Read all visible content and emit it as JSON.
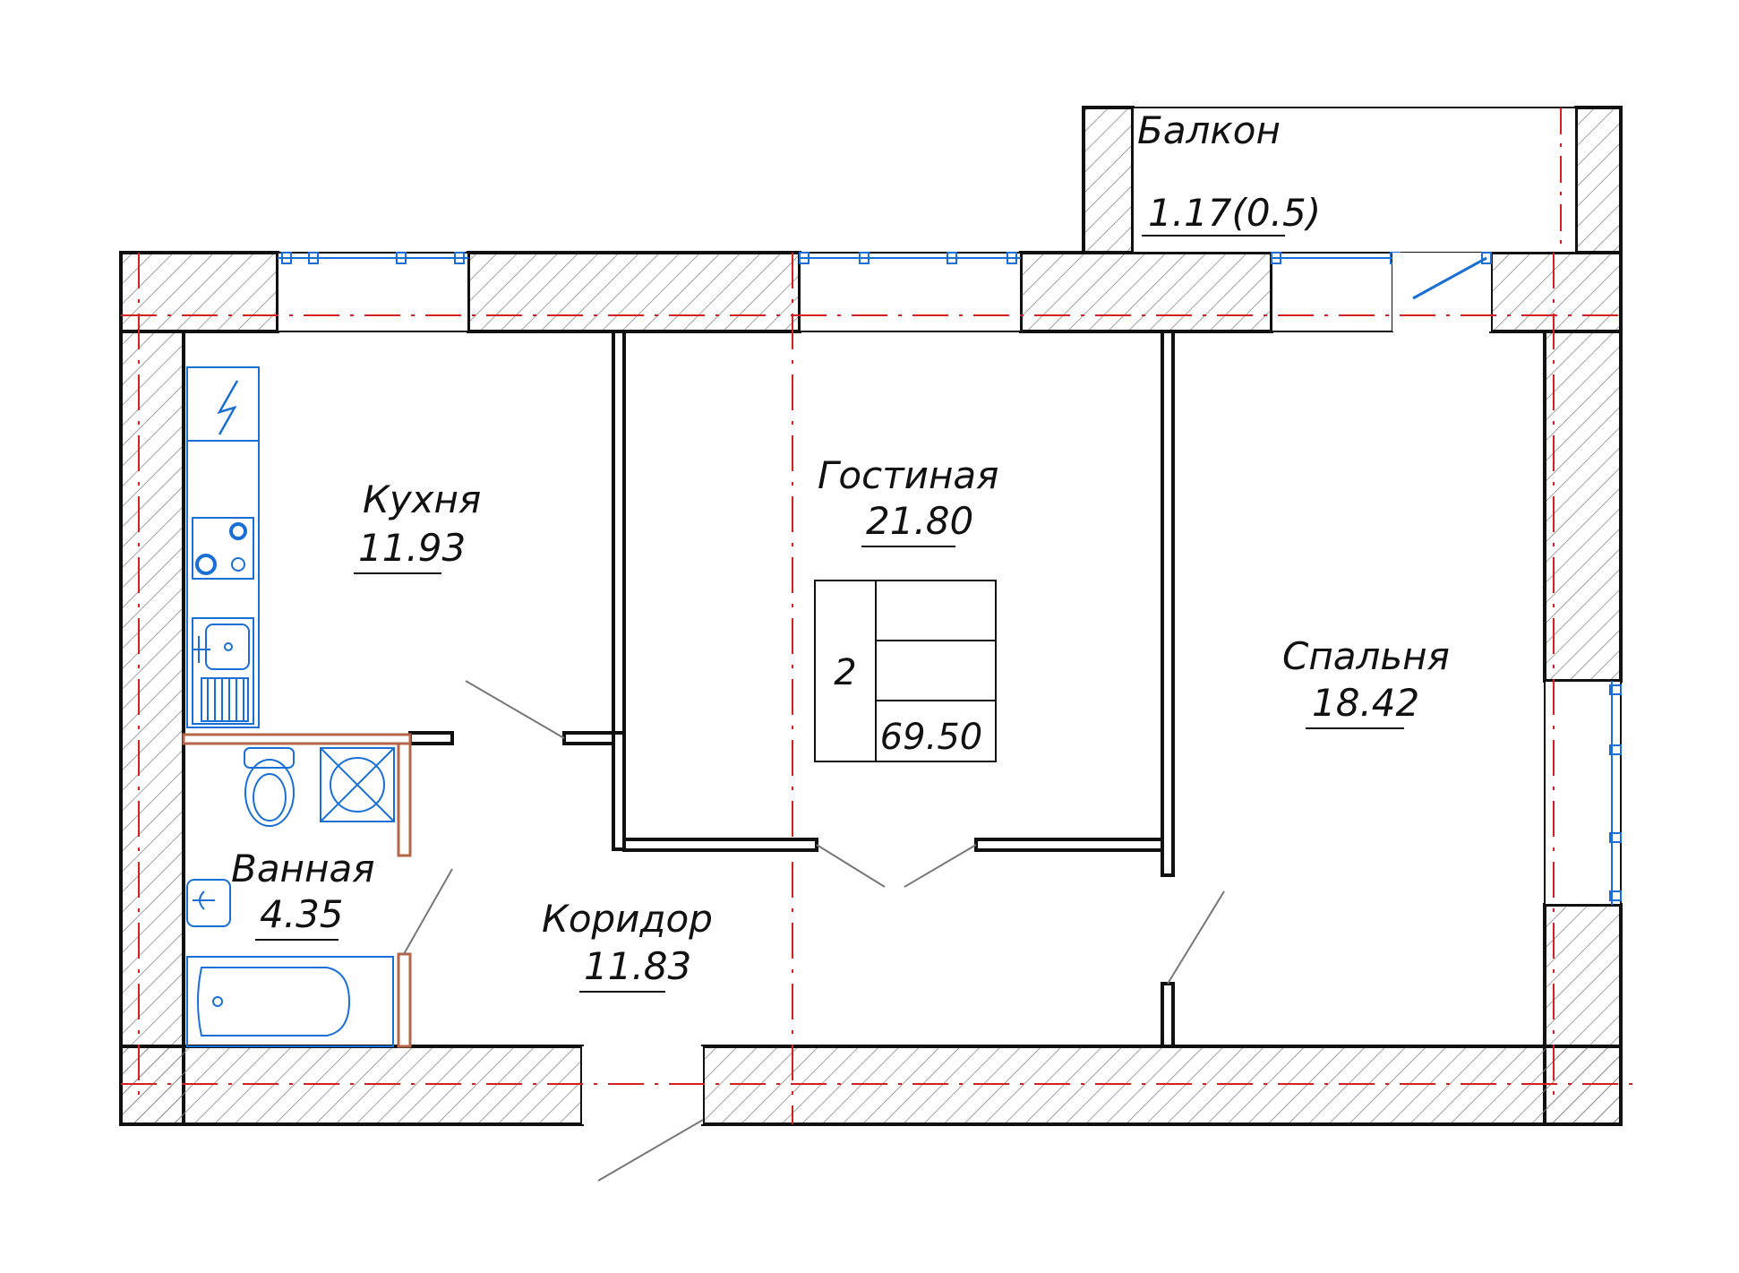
{
  "rooms": {
    "kitchen": {
      "name": "Кухня",
      "area": "11.93"
    },
    "living": {
      "name": "Гостиная",
      "area": "21.80"
    },
    "bedroom": {
      "name": "Спальня",
      "area": "18.42"
    },
    "bathroom": {
      "name": "Ванная",
      "area": "4.35"
    },
    "corridor": {
      "name": "Коридор",
      "area": "11.83"
    },
    "balcony": {
      "name": "Балкон",
      "area": "1.17(0.5)"
    }
  },
  "apartment": {
    "rooms_count": "2",
    "total_area": "69.50"
  },
  "colors": {
    "wall_outline": "#111111",
    "hatch": "#8a8a8a",
    "axis": "#d42020",
    "fixture": "#1a6fd6",
    "partition": "#b5654a"
  }
}
